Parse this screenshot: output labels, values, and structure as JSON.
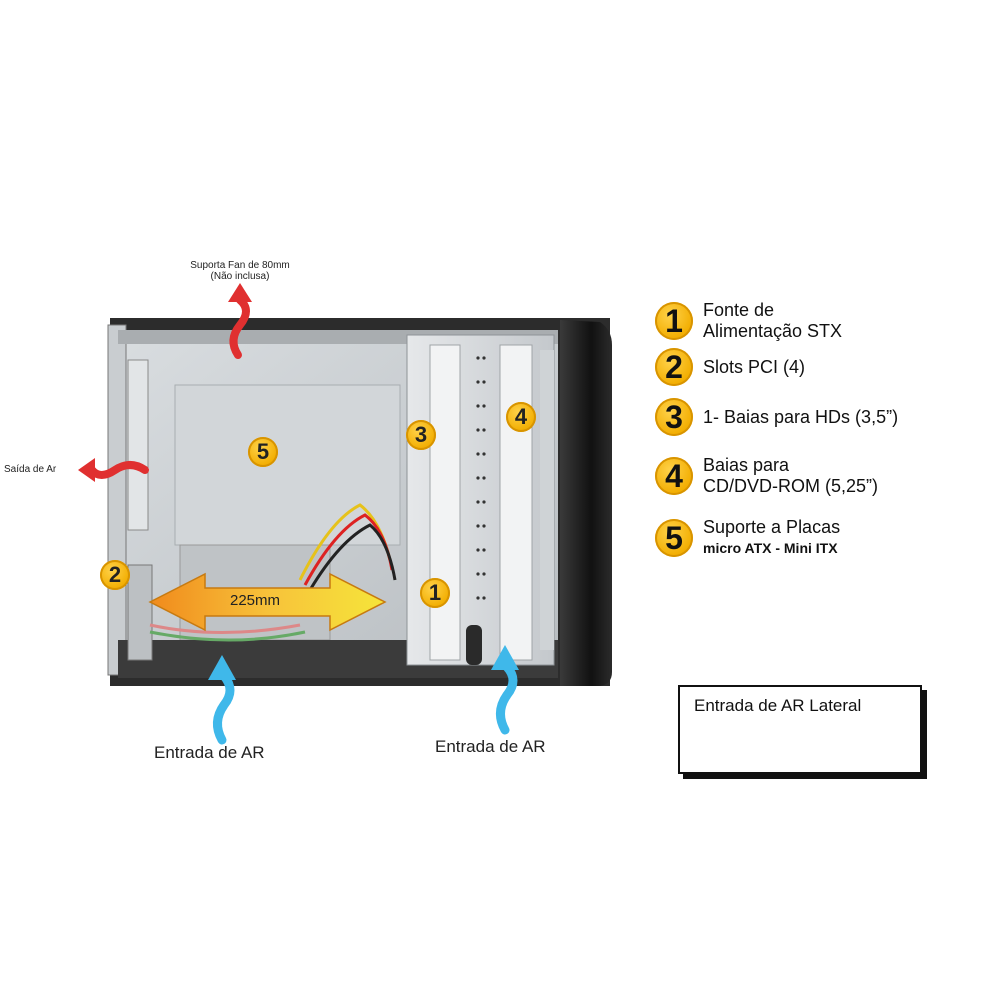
{
  "diagram": {
    "fan_support_line1": "Suporta Fan de 80mm",
    "fan_support_line2": "(Não inclusa)",
    "air_exit": "Saída de Ar",
    "air_inlet_left": "Entrada de AR",
    "air_inlet_right": "Entrada de AR",
    "dimension": "225mm",
    "markers": [
      "1",
      "2",
      "3",
      "4",
      "5"
    ]
  },
  "legend": [
    {
      "number": "1",
      "line1": "Fonte de",
      "line2": "Alimentação STX"
    },
    {
      "number": "2",
      "line1": "Slots PCI (4)"
    },
    {
      "number": "3",
      "line1": "1- Baias para HDs (3,5”)"
    },
    {
      "number": "4",
      "line1": "Baias para",
      "line2": "CD/DVD-ROM (5,25”)"
    },
    {
      "number": "5",
      "line1": "Suporte a Placas",
      "line2": "micro ATX - Mini ITX"
    }
  ],
  "lateral": {
    "label": "Entrada de AR Lateral"
  },
  "colors": {
    "badge": "#f5b800",
    "hot_air": "#e03030",
    "cool_air": "#3fb8ea",
    "dimension_arrow": "#f0a020"
  }
}
